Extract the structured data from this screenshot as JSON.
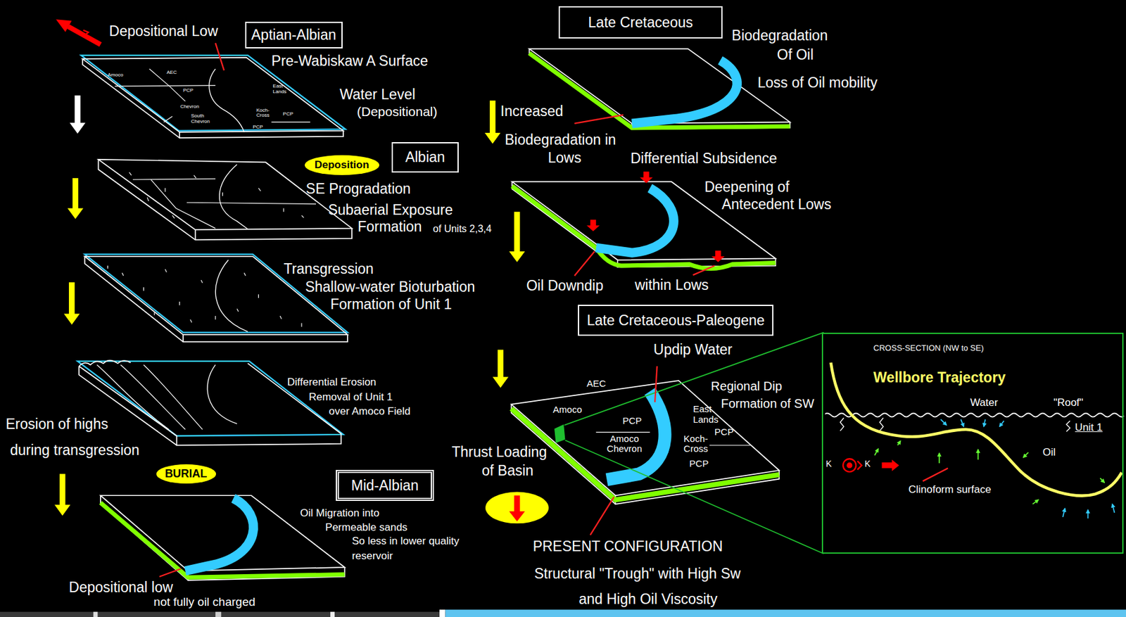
{
  "diagram": {
    "nodes": [
      {
        "text": [
          "Aptian-Albian"
        ]
      },
      {
        "text": [
          "Deposition"
        ]
      },
      {
        "text": [
          "Albian"
        ]
      },
      {
        "text": [
          "BURIAL"
        ]
      },
      {
        "text": [
          "Mid-Albian"
        ]
      },
      {
        "text": [
          "Late Cretaceous"
        ]
      },
      {
        "text": [
          "Late Cretaceous-Paleogene"
        ]
      },
      {
        "text": [
          "CROSS-SECTION (NW to SE)",
          "Wellbore Trajectory"
        ]
      }
    ],
    "labels": [
      "Depositional Low",
      "Pre-Wabiskaw A Surface",
      "Amoco",
      "AEC",
      "PCP",
      "East Lands",
      "Chevron",
      "Koch- Cross",
      "PCP",
      "South Chevron",
      "PCP",
      "Water Level",
      "(Depositional)",
      "SE Progradation",
      "Subaerial Exposure",
      "Formation",
      "of Units 2,3,4",
      "Transgression",
      "Shallow-water Bioturbation",
      "Formation of Unit 1",
      "Differential Erosion",
      "Removal of Unit 1",
      "over Amoco Field",
      "Erosion of highs",
      "during transgression",
      "Oil Migration into",
      "Permeable sands",
      "So less in lower quality",
      "reservoir",
      "Depositional low",
      "not fully oil charged",
      "Biodegradation",
      "Of Oil",
      "Loss of Oil mobility",
      "Increased",
      "Biodegradation in",
      "Lows",
      "Differential Subsidence",
      "Deepening of",
      "Antecedent Lows",
      "Oil Downdip",
      "within Lows",
      "Updip Water",
      "Regional Dip",
      "Formation of SW",
      "AEC",
      "Amoco",
      "PCP",
      "East Lands",
      "PCP",
      "Amoco Chevron",
      "Koch- Cross",
      "PCP",
      "Thrust Loading",
      "of Basin",
      "PRESENT CONFIGURATION",
      "Structural \"Trough\" with High Sw",
      "and High Oil Viscosity",
      "Water",
      "\"Roof\"",
      "Unit 1",
      "Oil",
      "K",
      "K",
      "Clinoform surface"
    ]
  }
}
